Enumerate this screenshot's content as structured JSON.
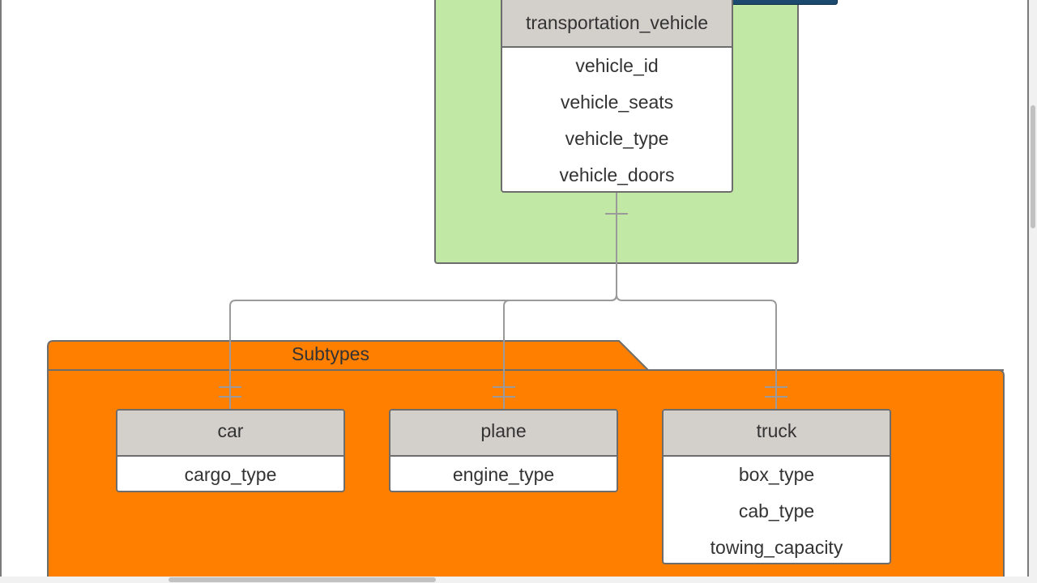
{
  "diagram": {
    "supertype": {
      "name": "transportation_vehicle",
      "attributes": [
        "vehicle_id",
        "vehicle_seats",
        "vehicle_type",
        "vehicle_doors"
      ]
    },
    "subtype_group_label": "Subtypes",
    "subtypes": [
      {
        "name": "car",
        "attributes": [
          "cargo_type"
        ]
      },
      {
        "name": "plane",
        "attributes": [
          "engine_type"
        ]
      },
      {
        "name": "truck",
        "attributes": [
          "box_type",
          "cab_type",
          "towing_capacity"
        ]
      }
    ]
  },
  "colors": {
    "supertype_container": "#c2e8a5",
    "subtype_container": "#ff8000",
    "entity_header": "#d3cfcb",
    "border": "#6d6d6d",
    "connector": "#9a9a9a"
  }
}
